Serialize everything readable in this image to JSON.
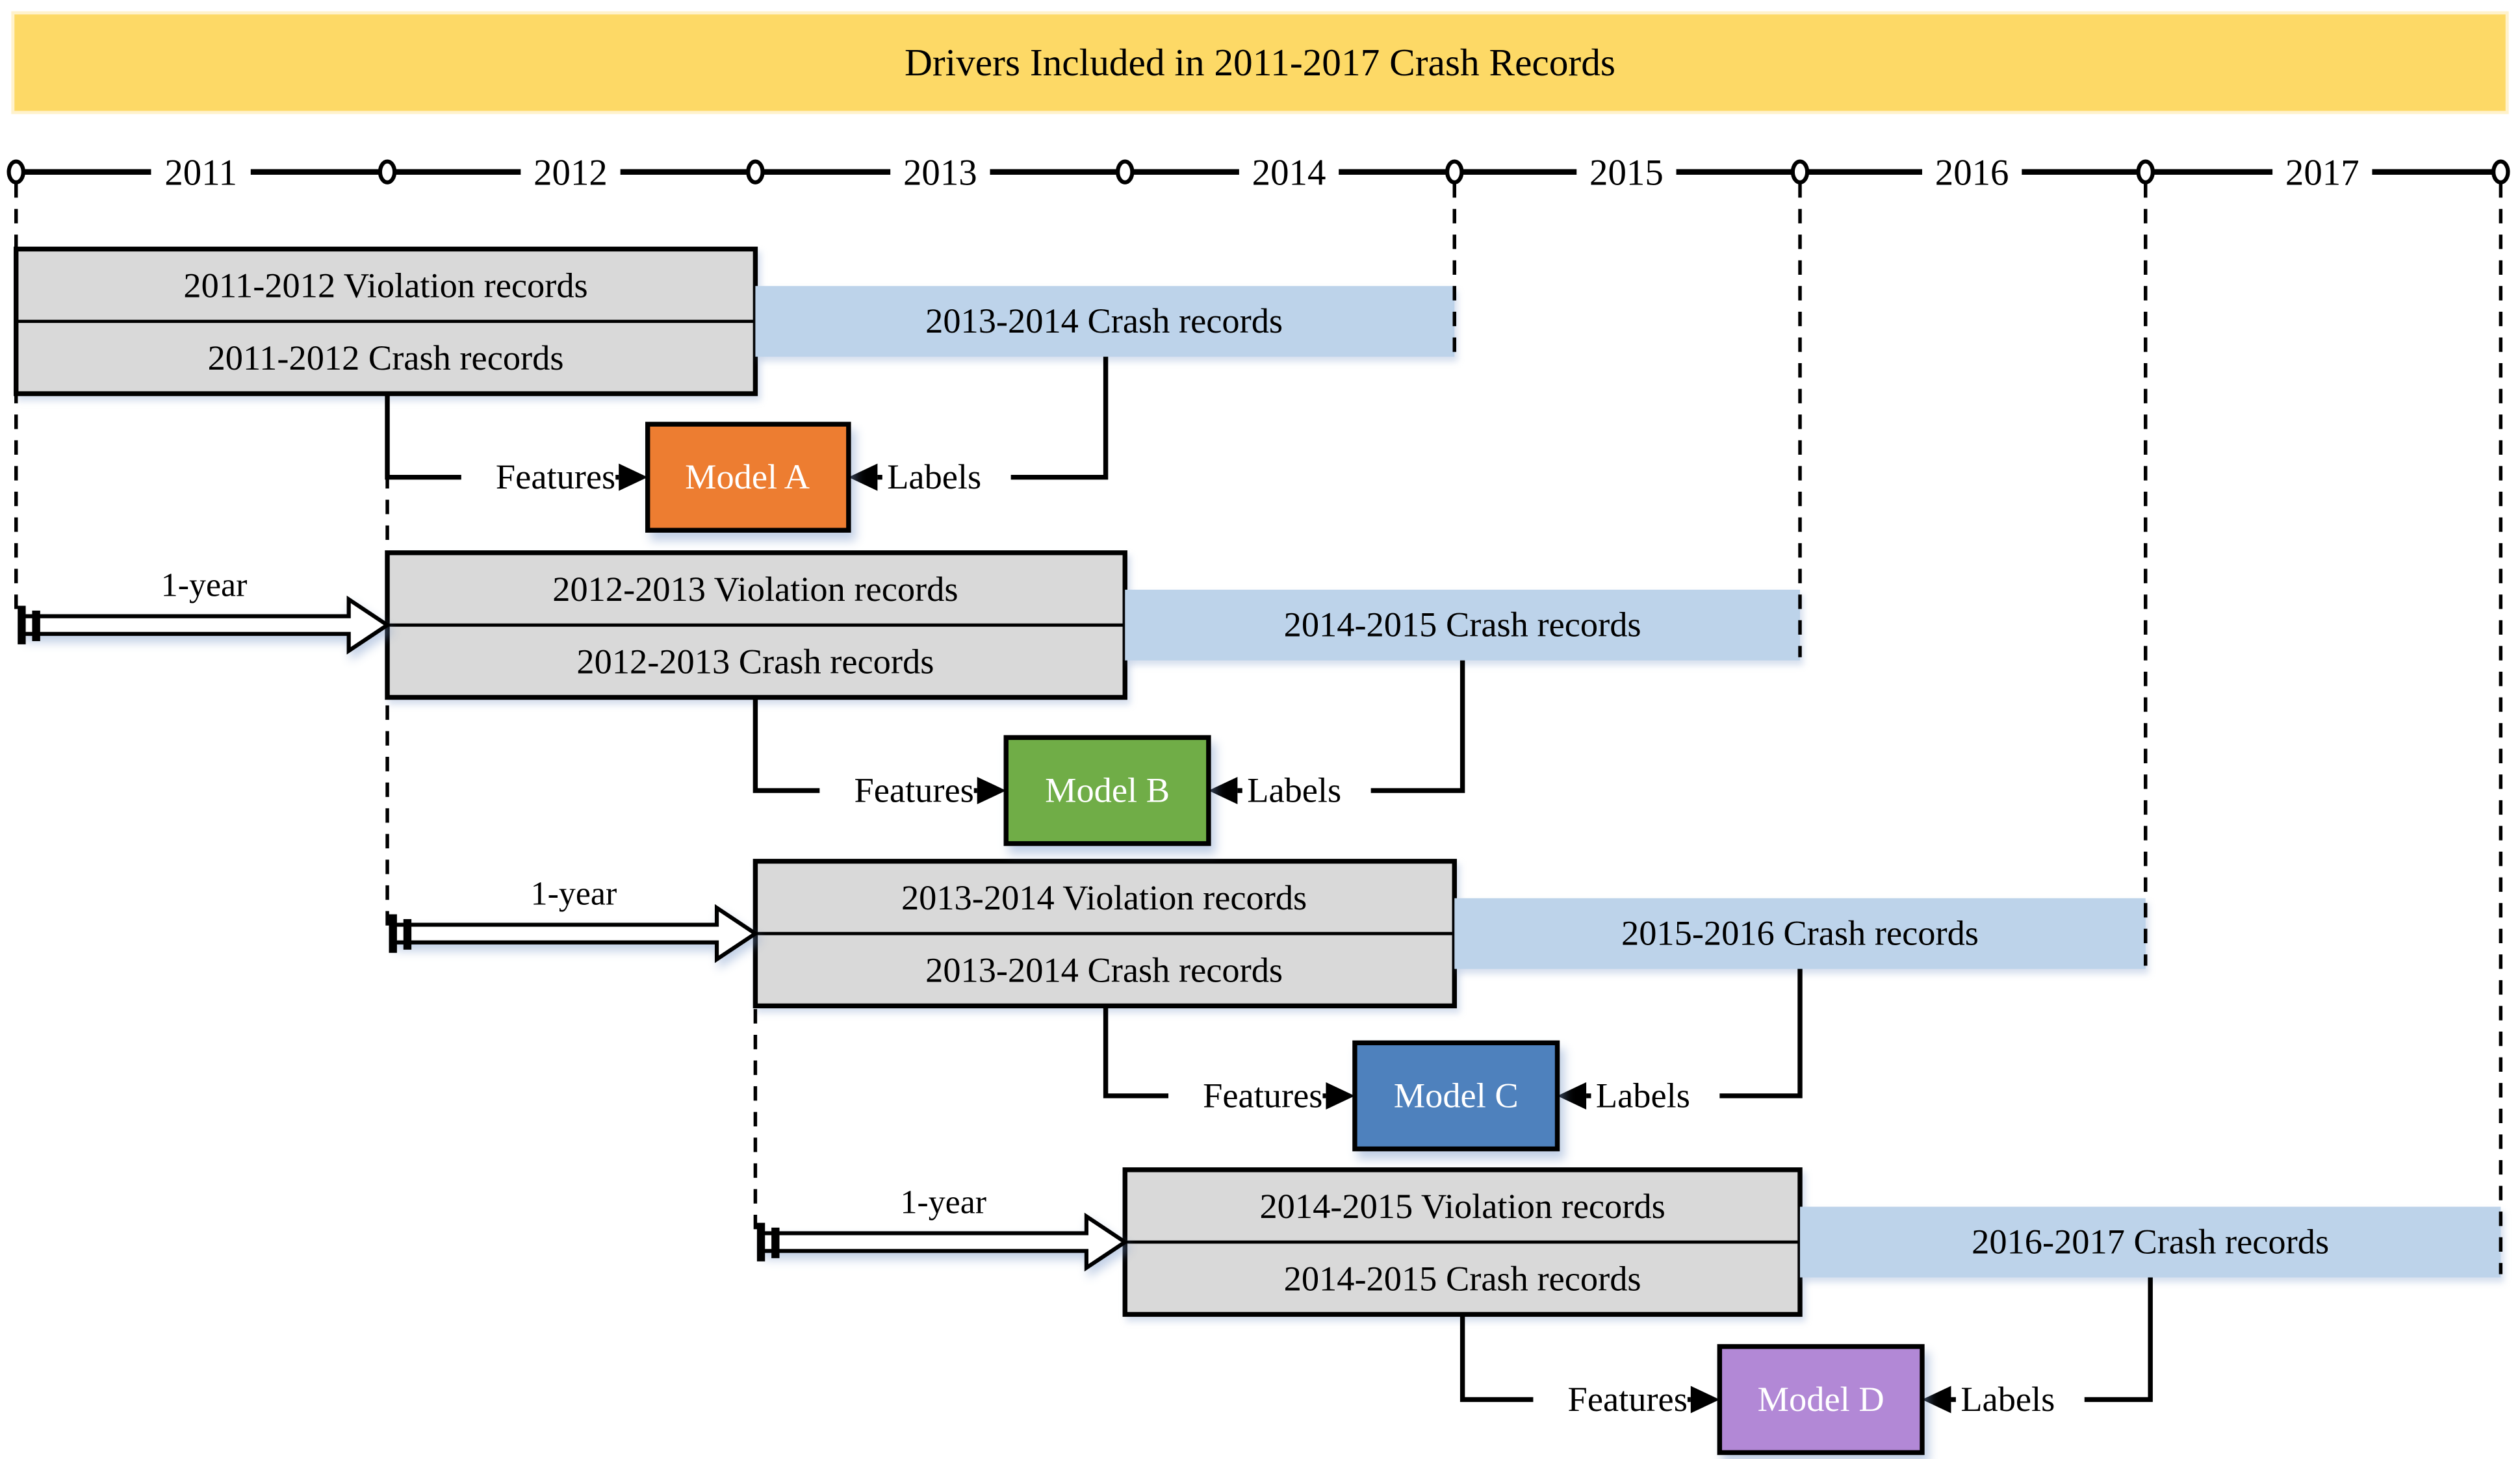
{
  "colors": {
    "banner_bg": "#FDD966",
    "banner_border": "#FFF2CC",
    "box_gray": "#D9D9D9",
    "box_blue": "#BDD3EA",
    "ink": "#000000",
    "model_a": "#ED7D31",
    "model_b": "#70AD47",
    "model_c": "#4E81BD",
    "model_d": "#B288D6"
  },
  "banner": {
    "title": "Drivers Included in 2011-2017 Crash Records"
  },
  "timeline": {
    "years": [
      "2011",
      "2012",
      "2013",
      "2014",
      "2015",
      "2016",
      "2017"
    ]
  },
  "rows": [
    {
      "violation": "2011-2012 Violation records",
      "crash": "2011-2012 Crash records",
      "target": "2013-2014 Crash records",
      "features": "Features",
      "labels": "Labels",
      "model": "Model A"
    },
    {
      "shift": "1-year",
      "violation": "2012-2013 Violation records",
      "crash": "2012-2013 Crash records",
      "target": "2014-2015 Crash records",
      "features": "Features",
      "labels": "Labels",
      "model": "Model B"
    },
    {
      "shift": "1-year",
      "violation": "2013-2014 Violation records",
      "crash": "2013-2014 Crash records",
      "target": "2015-2016 Crash records",
      "features": "Features",
      "labels": "Labels",
      "model": "Model C"
    },
    {
      "shift": "1-year",
      "violation": "2014-2015 Violation records",
      "crash": "2014-2015 Crash records",
      "target": "2016-2017 Crash records",
      "features": "Features",
      "labels": "Labels",
      "model": "Model D"
    }
  ]
}
